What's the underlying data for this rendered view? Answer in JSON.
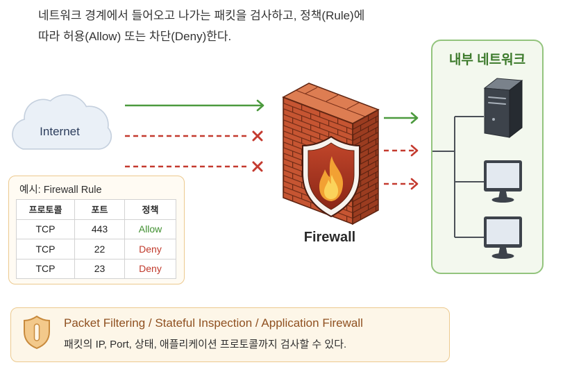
{
  "intro": {
    "line1": "네트워크 경계에서 들어오고 나가는 패킷을 검사하고, 정책(Rule)에",
    "line2": "따라 허용(Allow) 또는 차단(Deny)한다."
  },
  "internet": {
    "label": "Internet",
    "icon": "cloud-icon"
  },
  "inbound_arrows": [
    {
      "color": "#4c9a3e",
      "dashed": false,
      "end_icon": "arrowhead-icon"
    },
    {
      "color": "#c43a2f",
      "dashed": true,
      "end_icon": "block-x-icon"
    },
    {
      "color": "#c43a2f",
      "dashed": true,
      "end_icon": "block-x-icon"
    }
  ],
  "firewall": {
    "label": "Firewall",
    "icon": "brick-wall-icon",
    "badge_icon": "shield-flame-icon"
  },
  "outbound_arrows": [
    {
      "color": "#4c9a3e",
      "dashed": false,
      "end_icon": "arrowhead-icon"
    },
    {
      "color": "#c43a2f",
      "dashed": true,
      "end_icon": "arrowhead-icon"
    },
    {
      "color": "#c43a2f",
      "dashed": true,
      "end_icon": "arrowhead-icon"
    }
  ],
  "internal_network": {
    "title": "내부 네트워크",
    "devices": [
      {
        "icon": "server-icon"
      },
      {
        "icon": "monitor-icon"
      },
      {
        "icon": "monitor-icon"
      }
    ]
  },
  "rule_table": {
    "title": "예시: Firewall Rule",
    "headers": {
      "protocol": "프로토콜",
      "port": "포트",
      "policy": "정책"
    },
    "rows": [
      {
        "protocol": "TCP",
        "port": "443",
        "policy": "Allow",
        "policy_color": "#3f8f2f"
      },
      {
        "protocol": "TCP",
        "port": "22",
        "policy": "Deny",
        "policy_color": "#c0392b"
      },
      {
        "protocol": "TCP",
        "port": "23",
        "policy": "Deny",
        "policy_color": "#c0392b"
      }
    ]
  },
  "info_box": {
    "icon": "shield-alert-icon",
    "title": "Packet Filtering / Stateful Inspection / Application Firewall",
    "description": "패킷의 IP, Port, 상태, 애플리케이션 프로토콜까지 검사할 수 있다."
  },
  "colors": {
    "text": "#333333",
    "internet_label": "#2c3d5c",
    "network_border": "#93c47d",
    "network_bg": "#f3f8ee",
    "network_title": "#3c7a2b",
    "card_border": "#ecc98e",
    "card_bg": "#fffbf3",
    "info_bg": "#fdf6e8",
    "info_title": "#8f5020",
    "brick": "#c65532"
  }
}
